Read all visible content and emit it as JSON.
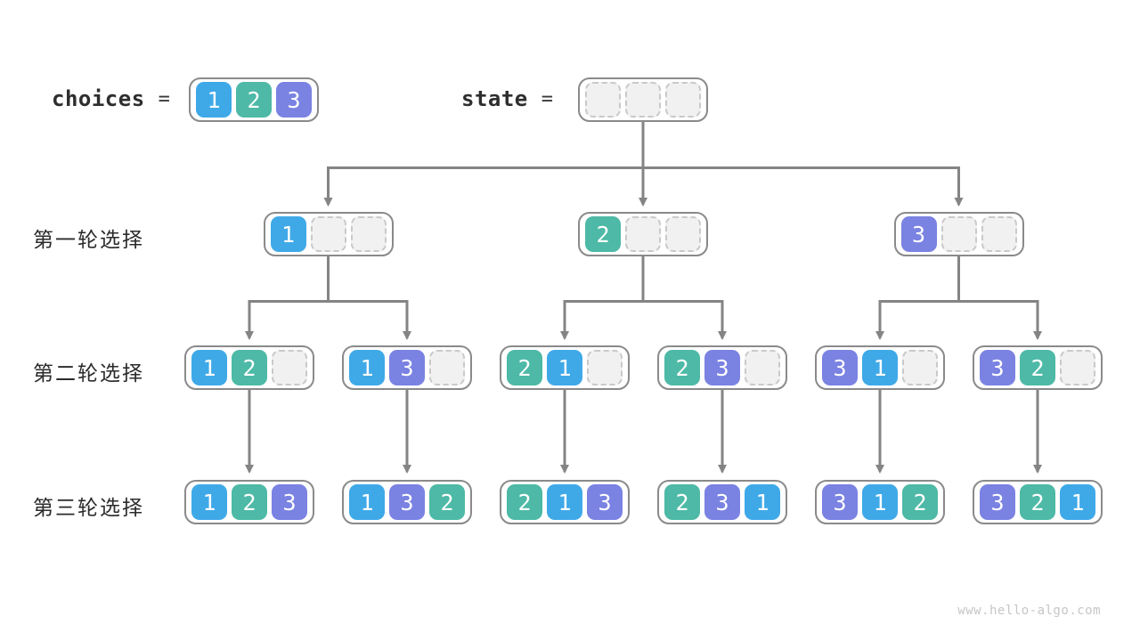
{
  "colors": {
    "value_1": "#3FA9E8",
    "value_2": "#4DB9A6",
    "value_3": "#7A82E2",
    "connector_line": "#848484",
    "container_border": "#8A8A8A",
    "empty_cell_fill": "#F1F1F2",
    "empty_cell_border": "#C9C9C9"
  },
  "header": {
    "choices_label": "choices",
    "choices_equals": "=",
    "choices_values": [
      1,
      2,
      3
    ],
    "state_label": "state",
    "state_equals": "=",
    "state_values": [
      null,
      null,
      null
    ]
  },
  "rows": [
    {
      "label": "第一轮选择",
      "boxes": [
        [
          1,
          null,
          null
        ],
        [
          2,
          null,
          null
        ],
        [
          3,
          null,
          null
        ]
      ]
    },
    {
      "label": "第二轮选择",
      "boxes": [
        [
          1,
          2,
          null
        ],
        [
          1,
          3,
          null
        ],
        [
          2,
          1,
          null
        ],
        [
          2,
          3,
          null
        ],
        [
          3,
          1,
          null
        ],
        [
          3,
          2,
          null
        ]
      ]
    },
    {
      "label": "第三轮选择",
      "boxes": [
        [
          1,
          2,
          3
        ],
        [
          1,
          3,
          2
        ],
        [
          2,
          1,
          3
        ],
        [
          2,
          3,
          1
        ],
        [
          3,
          1,
          2
        ],
        [
          3,
          2,
          1
        ]
      ]
    }
  ],
  "tree": {
    "root_children": [
      0,
      1,
      2
    ],
    "round1_to_round2": [
      [
        0,
        1
      ],
      [
        2,
        3
      ],
      [
        4,
        5
      ]
    ],
    "round2_to_round3": [
      [
        0
      ],
      [
        1
      ],
      [
        2
      ],
      [
        3
      ],
      [
        4
      ],
      [
        5
      ]
    ]
  },
  "footer": {
    "watermark": "www.hello-algo.com"
  }
}
